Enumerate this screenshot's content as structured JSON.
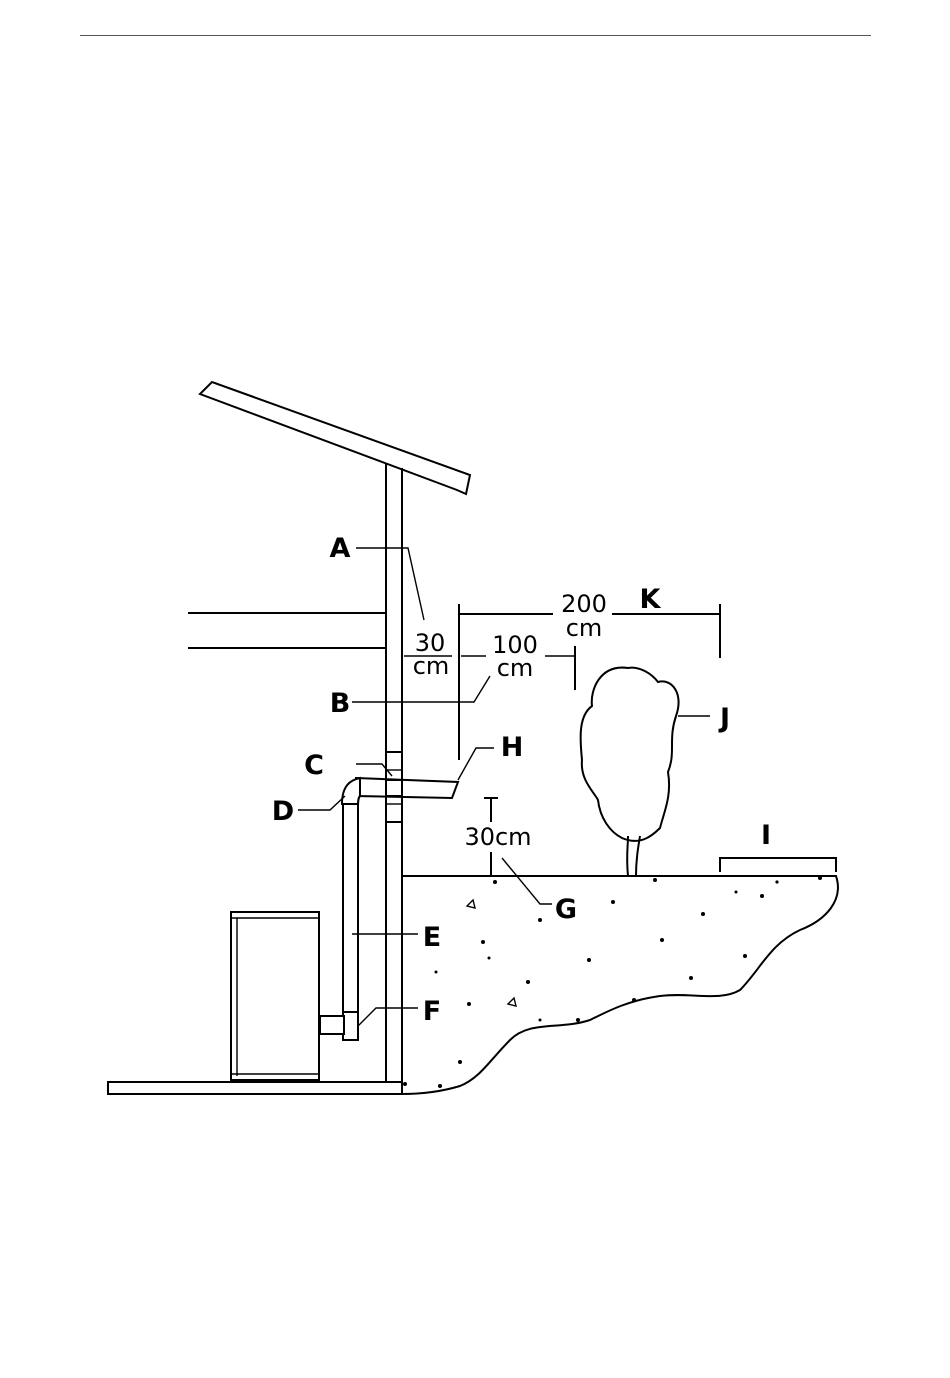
{
  "labels": {
    "A": "A",
    "B": "B",
    "C": "C",
    "D": "D",
    "E": "E",
    "F": "F",
    "G": "G",
    "H": "H",
    "I": "I",
    "J": "J",
    "K": "K"
  },
  "dimensions": {
    "d30_a_num": "30",
    "d30_a_unit": "cm",
    "d100_num": "100",
    "d100_unit": "cm",
    "d200_num": "200",
    "d200_unit": "cm",
    "d30_g": "30cm"
  },
  "colors": {
    "line": "#000000",
    "background": "#ffffff",
    "rule": "#555555"
  }
}
